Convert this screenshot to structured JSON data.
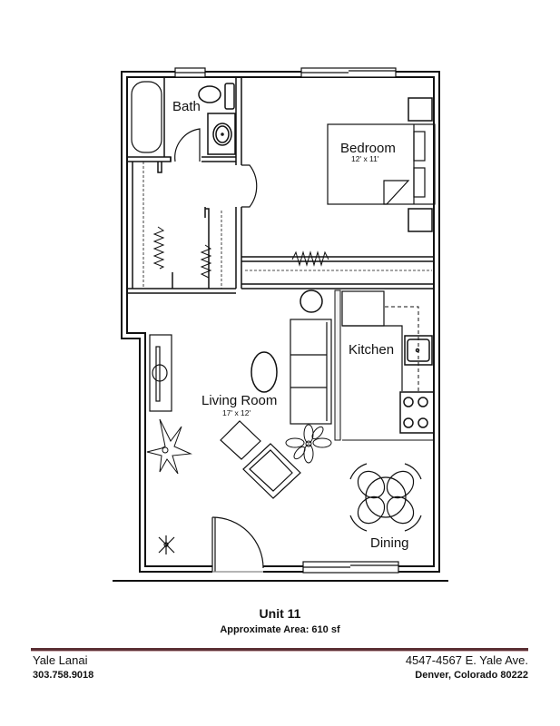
{
  "floorplan": {
    "rooms": {
      "bath": {
        "label": "Bath"
      },
      "bedroom": {
        "label": "Bedroom",
        "dimensions": "12' x 11'"
      },
      "kitchen": {
        "label": "Kitchen"
      },
      "living_room": {
        "label": "Living Room",
        "dimensions": "17' x 12'"
      },
      "dining": {
        "label": "Dining"
      }
    }
  },
  "unit": {
    "title": "Unit 11",
    "area": "Approximate Area: 610 sf"
  },
  "footer": {
    "property_name": "Yale Lanai",
    "phone": "303.758.9018",
    "address_line1": "4547-4567 E. Yale Ave.",
    "address_line2": "Denver, Colorado 80222",
    "divider_color": "#5b2f34"
  }
}
